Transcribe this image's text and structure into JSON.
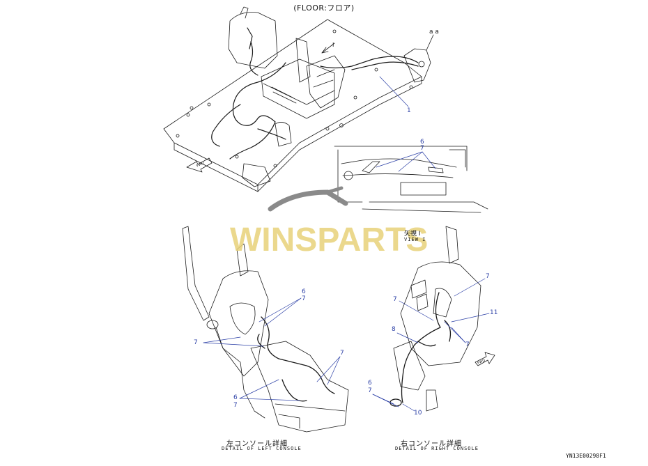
{
  "title": "(FLOOR:フロア)",
  "watermark": "WINSPARTS",
  "view_label_jp": "矢視 I",
  "view_label_en": "VIEW I",
  "view_arrow_label": "I",
  "section_label": "a a",
  "fwd_label": "FWD",
  "left_console": {
    "caption_jp": "左コンソール詳細",
    "caption_en": "DETAIL OF LEFT CONSOLE"
  },
  "right_console": {
    "caption_jp": "右コンソール詳細",
    "caption_en": "DETAIL OF RIGHT CONSOLE"
  },
  "drawing_id": "YN13E00298F1",
  "callouts": {
    "c1": "1",
    "view_6": "6",
    "view_7": "7",
    "l6a": "6",
    "l7a": "7",
    "l7b": "7",
    "l7c": "7",
    "l6b": "6",
    "l7d": "7",
    "r7a": "7",
    "r7b": "7",
    "r8": "8",
    "r11": "11",
    "r7c": "7",
    "r6": "6",
    "r7d": "7",
    "r10": "10"
  },
  "colors": {
    "line": "#1a1a1a",
    "callout": "#2b3fa6",
    "watermark_yellow": "#e8d27a",
    "watermark_grey": "#8a8a8a"
  }
}
